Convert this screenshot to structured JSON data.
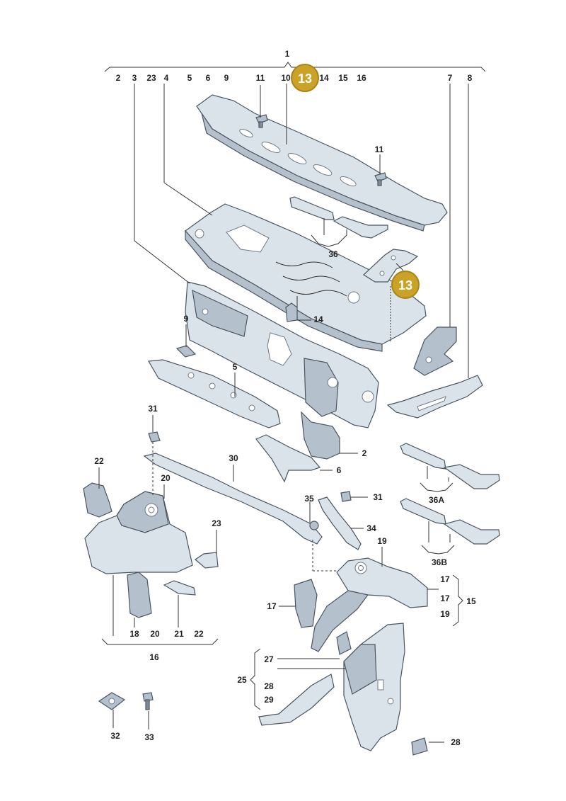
{
  "colors": {
    "badge": "#c9a227",
    "part_light": "#dbe3ea",
    "part_mid": "#b4c0cb",
    "part_dark": "#7f8d9a",
    "line": "#333333"
  },
  "badges": [
    "13",
    "13"
  ],
  "labels": {
    "l1": "1",
    "l2top": "2",
    "l3": "3",
    "l23top": "23",
    "l4": "4",
    "l5top": "5",
    "l6top": "6",
    "l9top": "9",
    "l11a": "11",
    "l10": "10",
    "l14top": "14",
    "l15top": "15",
    "l16top": "16",
    "l7": "7",
    "l8": "8",
    "l11b": "11",
    "l36": "36",
    "l14": "14",
    "l9": "9",
    "l5": "5",
    "l31a": "31",
    "l30": "30",
    "l2": "2",
    "l6": "6",
    "l22a": "22",
    "l20a": "20",
    "l23": "23",
    "l35": "35",
    "l31b": "31",
    "l34": "34",
    "l36A": "36A",
    "l36B": "36B",
    "l19a": "19",
    "l17a": "17",
    "l17b": "17",
    "l15": "15",
    "l19b": "19",
    "l18": "18",
    "l20b": "20",
    "l21": "21",
    "l22b": "22",
    "l16": "16",
    "l27": "27",
    "l25": "25",
    "l28a": "28",
    "l29": "29",
    "l28b": "28",
    "l32": "32",
    "l33": "33"
  }
}
